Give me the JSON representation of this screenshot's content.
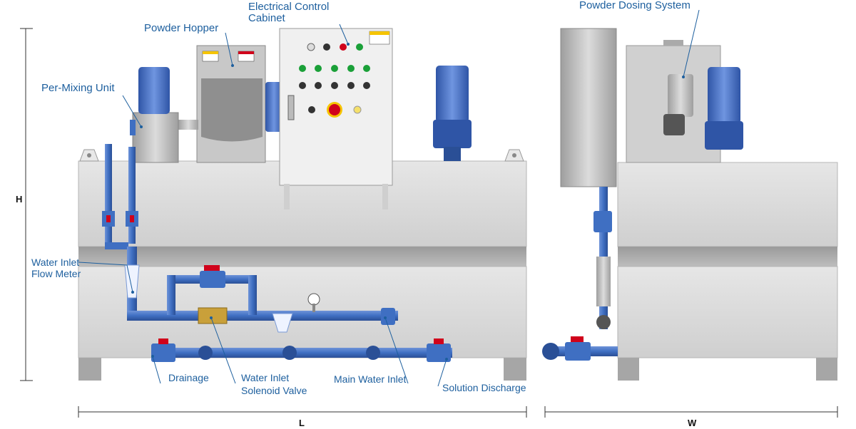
{
  "labels": {
    "electrical_control_line1": "Electrical Control",
    "electrical_control_line2": "Cabinet",
    "powder_hopper": "Powder Hopper",
    "per_mixing_unit": "Per-Mixing Unit",
    "water_inlet_flow_meter_line1": "Water Inlet",
    "water_inlet_flow_meter_line2": "Flow Meter",
    "drainage": "Drainage",
    "water_inlet_solenoid_line1": "Water Inlet",
    "water_inlet_solenoid_line2": "Solenoid Valve",
    "main_water_inlet": "Main Water Inlet",
    "solution_discharge": "Solution Discharge",
    "powder_dosing_system": "Powder Dosing System"
  },
  "dimensions": {
    "height": "H",
    "length": "L",
    "width": "W"
  },
  "colors": {
    "label_blue": "#1d5f9e",
    "pipe_blue": "#3f6fc2",
    "motor_blue": "#4a73c9",
    "tank_grey": "#d9d9d9",
    "steel": "#bdbdbd",
    "valve_red": "#d0021b"
  }
}
